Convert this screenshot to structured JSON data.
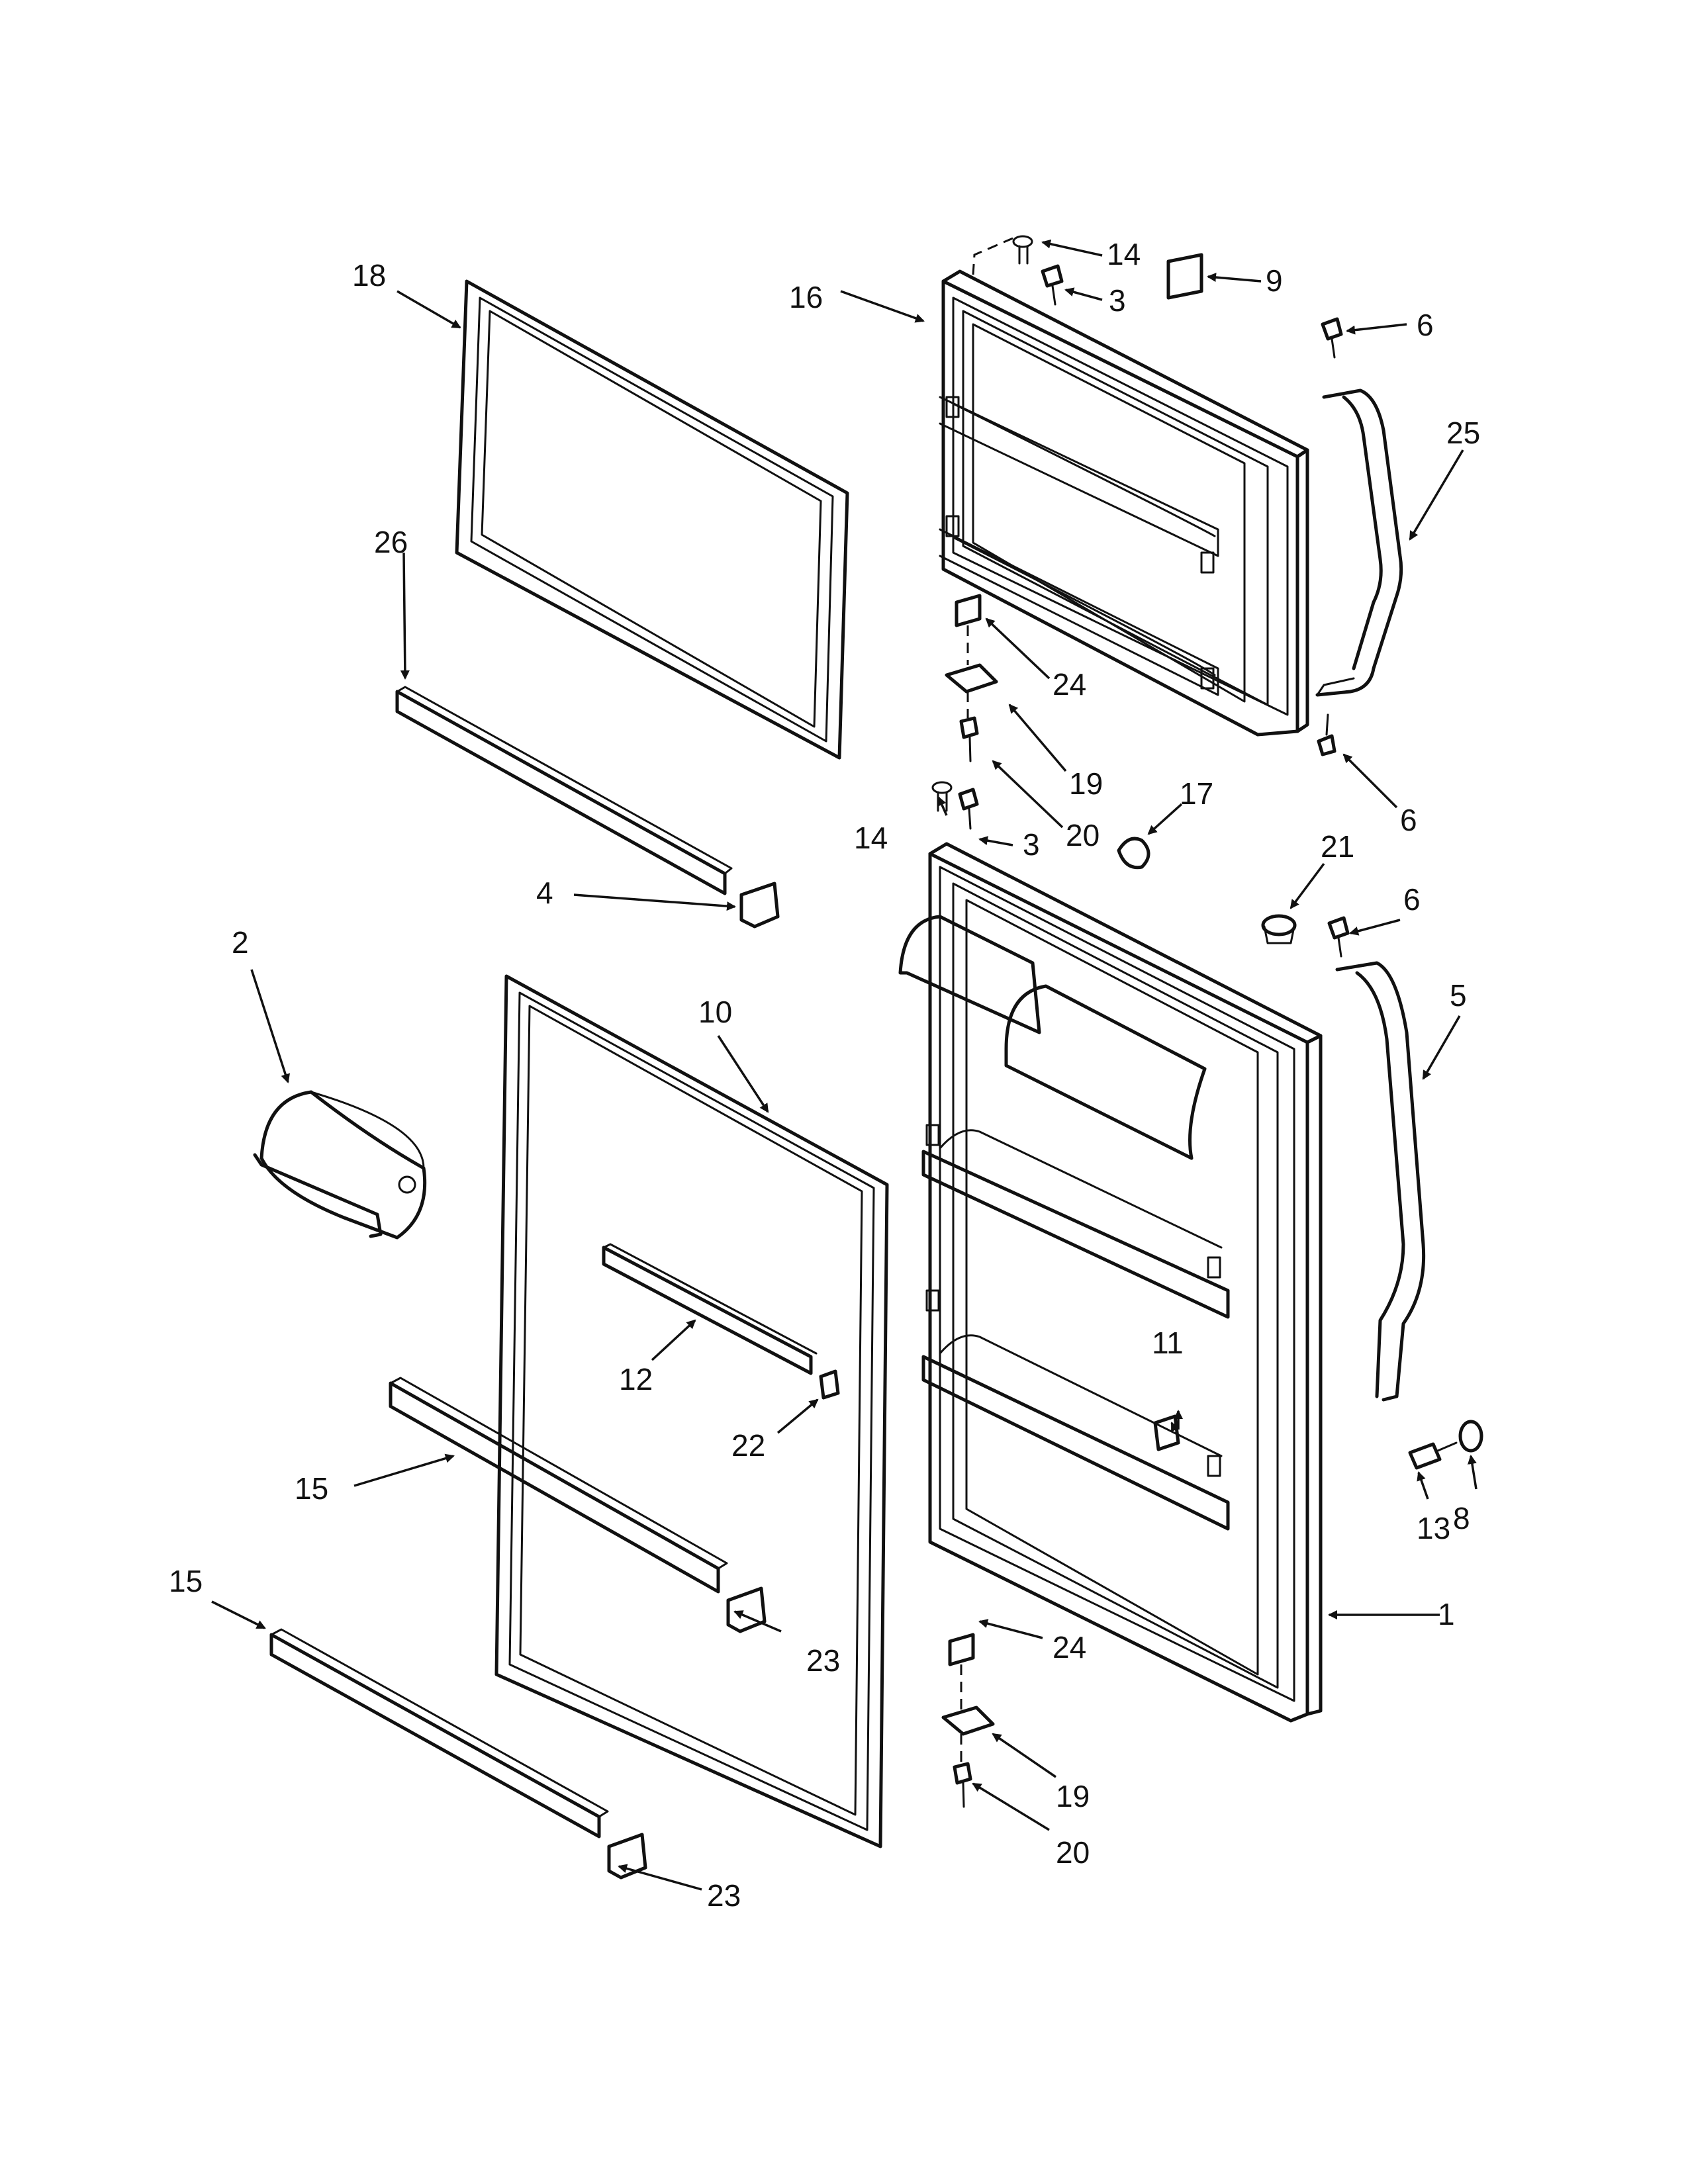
{
  "diagram": {
    "callouts": [
      "1",
      "2",
      "3",
      "3",
      "4",
      "5",
      "6",
      "6",
      "6",
      "8",
      "9",
      "10",
      "11",
      "12",
      "13",
      "14",
      "14",
      "15",
      "15",
      "16",
      "17",
      "18",
      "19",
      "19",
      "20",
      "20",
      "21",
      "22",
      "23",
      "23",
      "24",
      "24",
      "25",
      "26"
    ]
  }
}
